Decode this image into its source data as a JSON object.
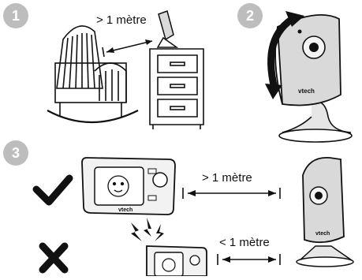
{
  "steps": [
    {
      "number": "1"
    },
    {
      "number": "2"
    },
    {
      "number": "3"
    }
  ],
  "step1": {
    "distance_label": "> 1 mètre"
  },
  "step3": {
    "correct_distance_label": "> 1 mètre",
    "incorrect_distance_label": "< 1 mètre",
    "brand_text": "vtech",
    "correct_mark": "check-icon",
    "incorrect_mark": "cross-icon"
  },
  "colors": {
    "step_badge": "#bdbdbd",
    "ink": "#111111",
    "camera_body": "#d9d9d9"
  }
}
